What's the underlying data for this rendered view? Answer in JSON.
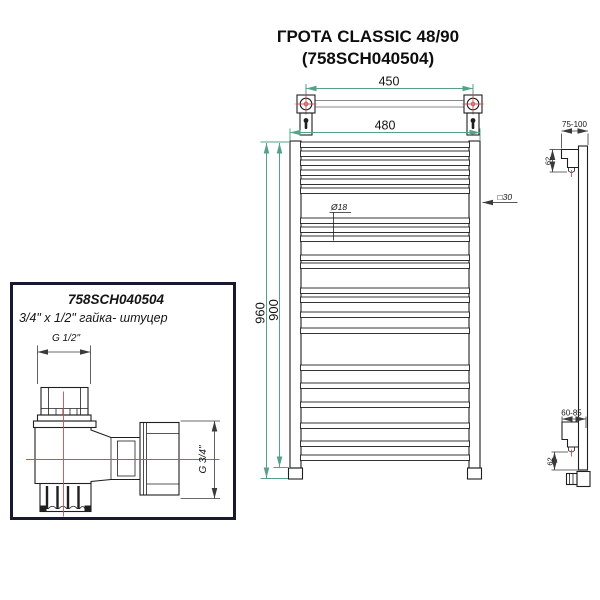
{
  "title": {
    "line1": "ГРОТА CLASSIC 48/90",
    "line2": "(758SCH040504)"
  },
  "front_view": {
    "dim_bracket_spacing": "450",
    "dim_width": "480",
    "dim_overall_height": "960",
    "dim_body_height": "900",
    "tube_diameter_label": "Ø18",
    "post_profile_label": "□30"
  },
  "side_view": {
    "top_wall_distance": "75-100",
    "top_bracket_offset": "62",
    "bottom_wall_distance": "60-85",
    "bottom_bracket_offset": "62"
  },
  "detail_box": {
    "part_number": "758SCH040504",
    "description": "3/4\" x 1/2\" гайка- штуцер",
    "top_thread_label": "G 1/2\"",
    "side_thread_label": "G 3/4\""
  },
  "colors": {
    "dimension_teal": "#55a189",
    "centerline_red": "#cc5050",
    "line_dark": "#1f1f1f",
    "box_border": "#181830"
  }
}
